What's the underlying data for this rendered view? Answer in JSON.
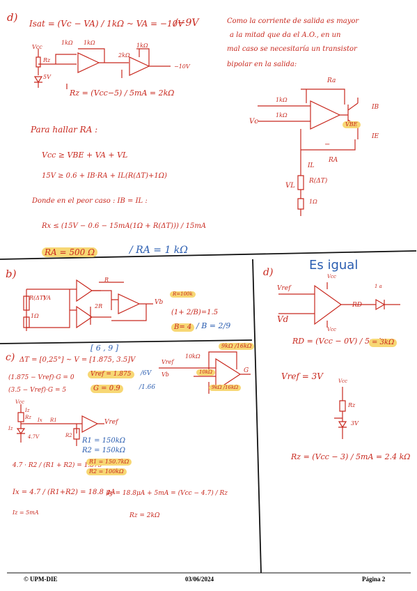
{
  "sec_d": {
    "label": "d)",
    "formula": "Isat = (Vc − VA) / 1kΩ  ~  VA = −10V",
    "answer": "/−9V",
    "circuit": {
      "vcc": "Vcc",
      "rz": "Rz",
      "zener": "5V",
      "r1": "1kΩ",
      "r2": "1kΩ",
      "r3": "2kΩ",
      "r4": "1kΩ",
      "out": "−10V"
    },
    "rz_formula": "Rz = (Vcc−5) / 5mA = 2kΩ",
    "para_hallar": "Para hallar RA :",
    "eq1": "Vcc ≥ VBE + VA + VL",
    "eq2": "15V ≥ 0.6 + IB·RA + IL(R(ΔT)+1Ω)",
    "donde": "Donde en el peor caso : IB = IL :",
    "rx_formula": "Rx ≤ (15V − 0.6 − 15mA(1Ω + R(ΔT))) / 15mA",
    "ra_result": "RA = 500 Ω",
    "ra_answer": "/ RA = 1 kΩ"
  },
  "note": {
    "line1": "Como la corriente de salida es mayor",
    "line2": "a la mitad que da el A.O., en un",
    "line3": "mal caso se necesitaría un transistor",
    "line4": "bipolar en la salida:"
  },
  "transistor_circuit": {
    "ra_top": "Ra",
    "r1": "1kΩ",
    "r2": "1kΩ",
    "vc": "Vc",
    "ib": "IB",
    "ie": "IE",
    "vbe": "VBE",
    "ra": "RA",
    "il": "IL",
    "rdt": "R(ΔT)",
    "vl": "VL",
    "r1ohm": "1Ω",
    "minus": "−"
  },
  "sec_b": {
    "label": "b)",
    "rdt": "R(ΔT)",
    "va": "VA",
    "r": "R",
    "r2": "2R",
    "one_ohm": "1Ω",
    "vb": "Vb",
    "r100k": "R=100k",
    "eq": "(1+ 2/B)=1.5",
    "b_result": "B= 4",
    "b_answer": "/ B = 2/9"
  },
  "sec_d2": {
    "label": "d)",
    "es_igual": "Es igual",
    "vref": "Vref",
    "vcc": "Vcc",
    "vd": "Vd",
    "vcc2": "Vcc",
    "rd": "RD",
    "led": "1 a",
    "rd_formula": "RD = (Vcc − 0V) / 5mA",
    "rd_result": "= 3kΩ",
    "vref_val": "Vref = 3V",
    "vcc3": "Vcc",
    "rz": "Rz",
    "z3v": "3V",
    "rz_formula": "Rz = (Vcc − 3) / 5mA = 2.4 kΩ"
  },
  "sec_c": {
    "label": "c)",
    "range": "ΔT = [0,25°] ~ V = [1.875, 3.5]V",
    "bracket": "[ 6 , 9 ]",
    "eq1": "(1.875 − Vref)·G = 0",
    "eq2": "(3.5 − Vref)·G = 5",
    "sol1": "Vref = 1.875",
    "sol1b": "/6V",
    "sol2": "G = 0.9",
    "sol2b": "/1.66",
    "g_ratio": "9kΩ /16kΩ",
    "vref": "Vref",
    "r10k": "10kΩ",
    "vb": "Vb",
    "r10k2": "10kΩ",
    "g": "G",
    "r9k": "9kΩ /16kΩ",
    "vcc": "Vcc",
    "iz": "Iz",
    "rz": "Rz",
    "ix": "Ix",
    "r1": "R1",
    "r2": "R2",
    "z47": "4.7V",
    "iz2": "Iz",
    "vref_out": "Vref",
    "r1_val": "R1 = 150kΩ",
    "r2_val": "R2 = 150kΩ",
    "frac": "4.7 · R2 / (R1 + R2) = 1.875",
    "r1_val2": "R1 = 150.7kΩ",
    "r2_val2": "R2 = 100kΩ",
    "ix_eq": "Ix = 4.7 / (R1+R2) = 18.8 μA",
    "iz_line": "Iz = 5mA",
    "iy_eq": "Iy = 18.8μA + 5mA = (Vcc − 4.7) / Rz",
    "rz_result": "Rz = 2kΩ"
  },
  "footer": {
    "left": "© UPM-DIE",
    "center": "03/06/2024",
    "right": "Página 2"
  }
}
